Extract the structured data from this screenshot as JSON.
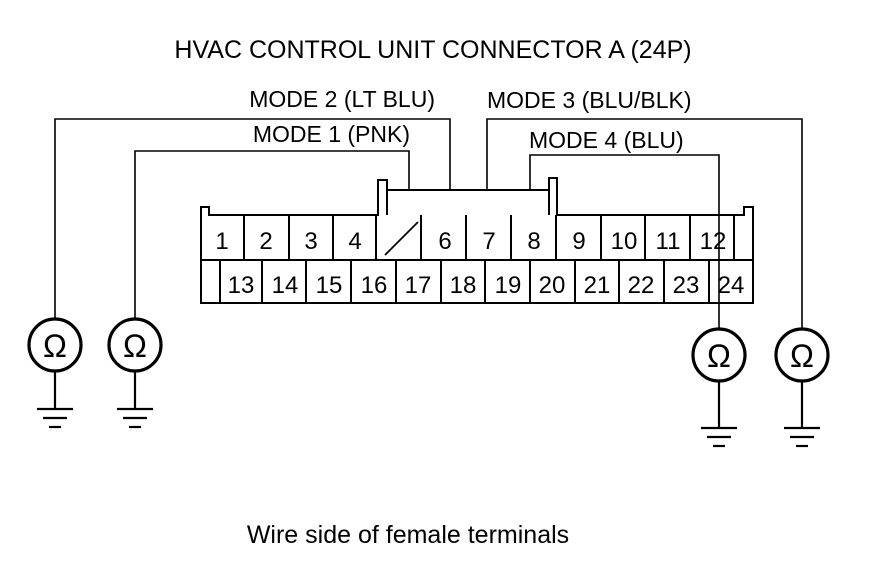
{
  "title": "HVAC CONTROL UNIT CONNECTOR A (24P)",
  "caption": "Wire side of female terminals",
  "wire_labels": {
    "mode2": "MODE 2 (LT BLU)",
    "mode1": "MODE 1 (PNK)",
    "mode3": "MODE 3 (BLU/BLK)",
    "mode4": "MODE 4 (BLU)"
  },
  "terminals_top": [
    "1",
    "2",
    "3",
    "4",
    "6",
    "7",
    "8",
    "9",
    "10",
    "11",
    "12"
  ],
  "terminals_bottom": [
    "13",
    "14",
    "15",
    "16",
    "17",
    "18",
    "19",
    "20",
    "21",
    "22",
    "23",
    "24"
  ],
  "meter_symbol": "Ω",
  "icons": [
    "ohmmeter-icon",
    "ground-icon",
    "empty-terminal-slash-icon"
  ]
}
